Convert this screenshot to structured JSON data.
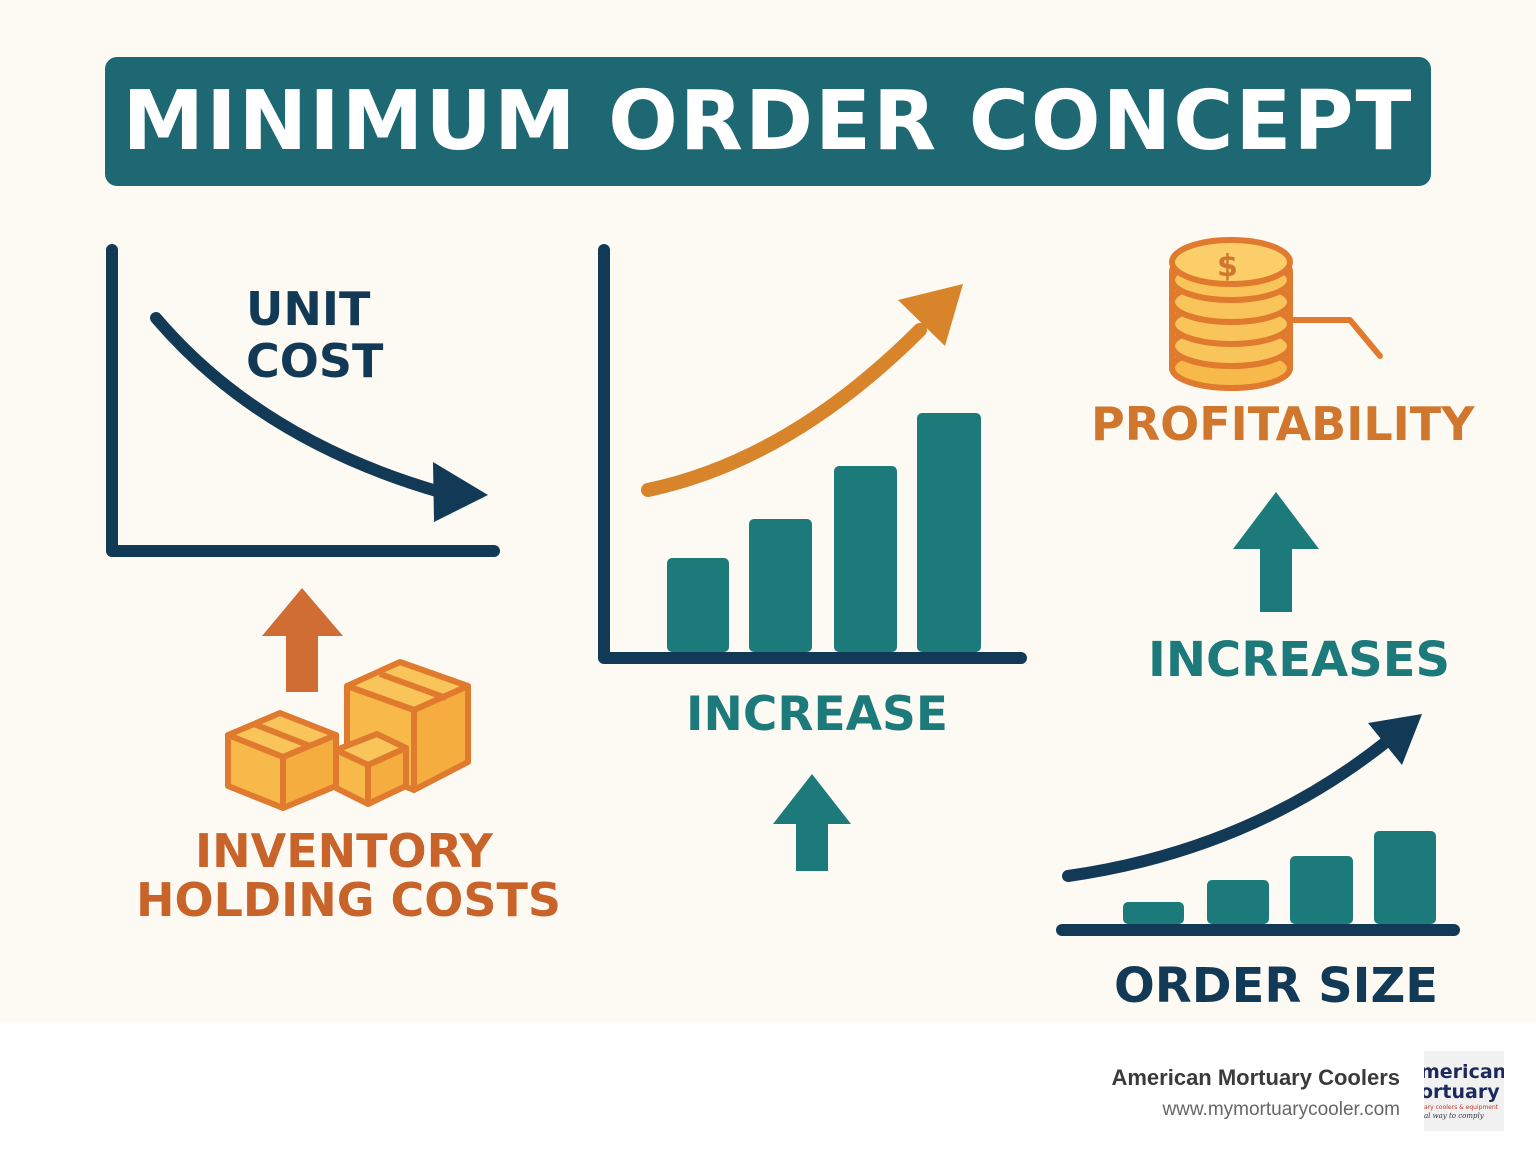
{
  "title": "MINIMUM ORDER CONCEPT",
  "panels": {
    "unit_cost": {
      "label_line1": "UNIT",
      "label_line2": "COST"
    },
    "inventory": {
      "label_line1": "INVENTORY",
      "label_line2": "HOLDING COSTS"
    },
    "increase": {
      "label": "INCREASE"
    },
    "profitability": {
      "label": "PROFITABILITY",
      "coin_symbol": "$"
    },
    "increases": {
      "label": "INCREASES"
    },
    "order_size": {
      "label": "ORDER SIZE"
    }
  },
  "footer": {
    "brand_name": "American Mortuary Coolers",
    "url": "www.mymortuarycooler.com",
    "logo_line1": "merican",
    "logo_line2": "ortuary",
    "logo_tag1": "ary coolers & equipment",
    "logo_tag2": "al way to comply"
  },
  "icons": [
    "down-curve-arrow-icon",
    "up-arrow-icon",
    "boxes-icon",
    "trend-arrow-icon",
    "bar-chart-icon",
    "coin-stack-icon"
  ],
  "colors": {
    "banner": "#1d6872",
    "navy": "#123a57",
    "teal": "#1d7a7b",
    "orange": "#d8842a",
    "rust": "#c8632a",
    "box_fill": "#f7b94a",
    "background": "#fdfaf4"
  }
}
